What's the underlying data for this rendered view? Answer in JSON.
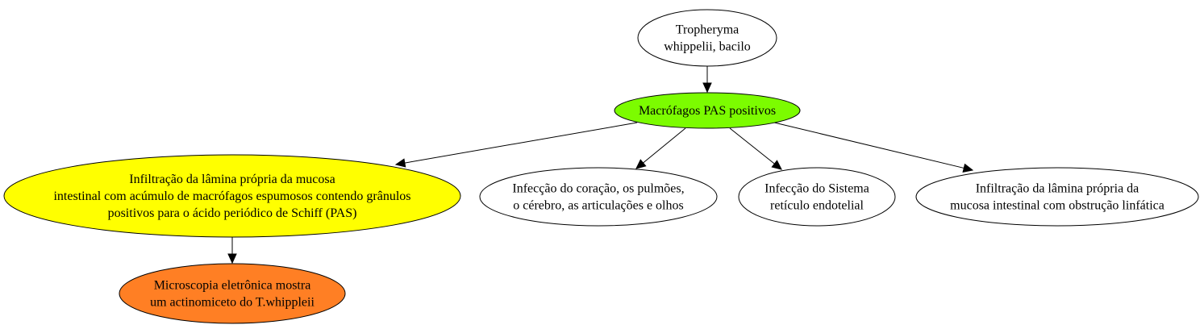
{
  "nodes": [
    {
      "id": "tropheryma",
      "lines": [
        "Tropheryma",
        "whippelii, bacilo"
      ],
      "fill": "#ffffff"
    },
    {
      "id": "macrofagos",
      "lines": [
        "Macrófagos PAS positivos"
      ],
      "fill": "#7cfc00"
    },
    {
      "id": "infiltracao-pas",
      "lines": [
        "Infiltração da lâmina própria da mucosa",
        "intestinal com acúmulo de macrófagos espumosos contendo grânulos",
        "positivos para o ácido periódico de Schiff (PAS)"
      ],
      "fill": "#ffff00"
    },
    {
      "id": "infeccao-orgaos",
      "lines": [
        "Infecção do coração, os pulmões,",
        "o cérebro, as articulações e olhos"
      ],
      "fill": "#ffffff"
    },
    {
      "id": "infeccao-sistema",
      "lines": [
        "Infecção do Sistema",
        "retículo endotelial"
      ],
      "fill": "#ffffff"
    },
    {
      "id": "infiltracao-linfatica",
      "lines": [
        "Infiltração da lâmina própria da",
        "mucosa intestinal com obstrução linfática"
      ],
      "fill": "#ffffff"
    },
    {
      "id": "microscopia",
      "lines": [
        "Microscopia eletrônica mostra",
        "um actinomiceto do T.whippleii"
      ],
      "fill": "#ff7f24"
    }
  ],
  "edges": [
    {
      "from": "tropheryma",
      "to": "macrofagos"
    },
    {
      "from": "macrofagos",
      "to": "infiltracao-pas"
    },
    {
      "from": "macrofagos",
      "to": "infeccao-orgaos"
    },
    {
      "from": "macrofagos",
      "to": "infeccao-sistema"
    },
    {
      "from": "macrofagos",
      "to": "infiltracao-linfatica"
    },
    {
      "from": "infiltracao-pas",
      "to": "microscopia"
    }
  ]
}
